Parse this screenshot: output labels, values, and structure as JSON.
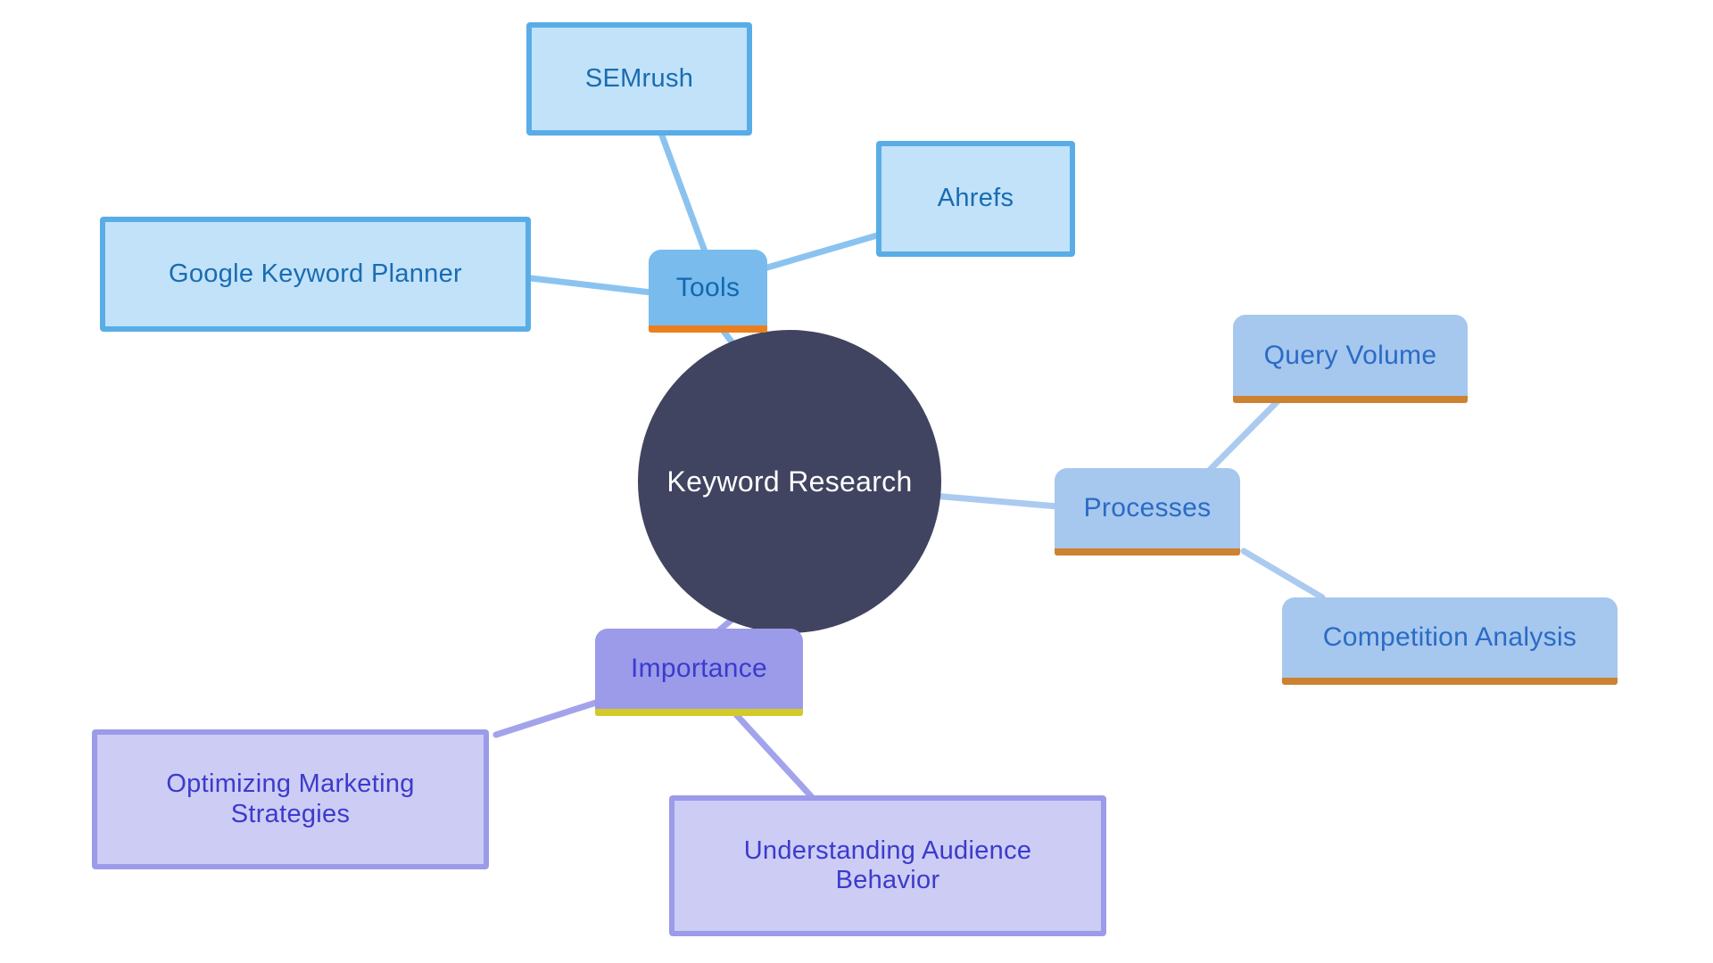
{
  "diagram": {
    "title": "Keyword Research mind map",
    "center": {
      "label": "Keyword Research"
    },
    "branches": [
      {
        "id": "tools",
        "label": "Tools",
        "children": [
          {
            "label": "SEMrush"
          },
          {
            "label": "Ahrefs"
          },
          {
            "label": "Google Keyword Planner"
          }
        ]
      },
      {
        "id": "processes",
        "label": "Processes",
        "children": [
          {
            "label": "Query Volume"
          },
          {
            "label": "Competition Analysis"
          }
        ]
      },
      {
        "id": "importance",
        "label": "Importance",
        "children": [
          {
            "label": "Optimizing Marketing Strategies"
          },
          {
            "label": "Understanding Audience Behavior"
          }
        ]
      }
    ],
    "colors": {
      "center_fill": "#414460",
      "center_text": "#ffffff",
      "tools_fill": "#79bbed",
      "tools_text": "#1168b0",
      "tools_bar": "#ec7f1d",
      "tools_line": "#8bc3f0",
      "tools_child_fill": "#c1e2f9",
      "tools_child_border": "#59ade6",
      "tools_child_text": "#1a6cb1",
      "proc_fill": "#a6c7ee",
      "proc_text": "#2a6bc5",
      "proc_bar": "#cc8230",
      "proc_line": "#abcaf0",
      "imp_fill": "#9b9bea",
      "imp_text": "#3b3bcb",
      "imp_bar": "#d3ca2a",
      "imp_line": "#a3a3ec",
      "imp_child_fill": "#cdccf5",
      "imp_child_border": "#9b9bea",
      "imp_child_text": "#3b3bcb"
    }
  }
}
